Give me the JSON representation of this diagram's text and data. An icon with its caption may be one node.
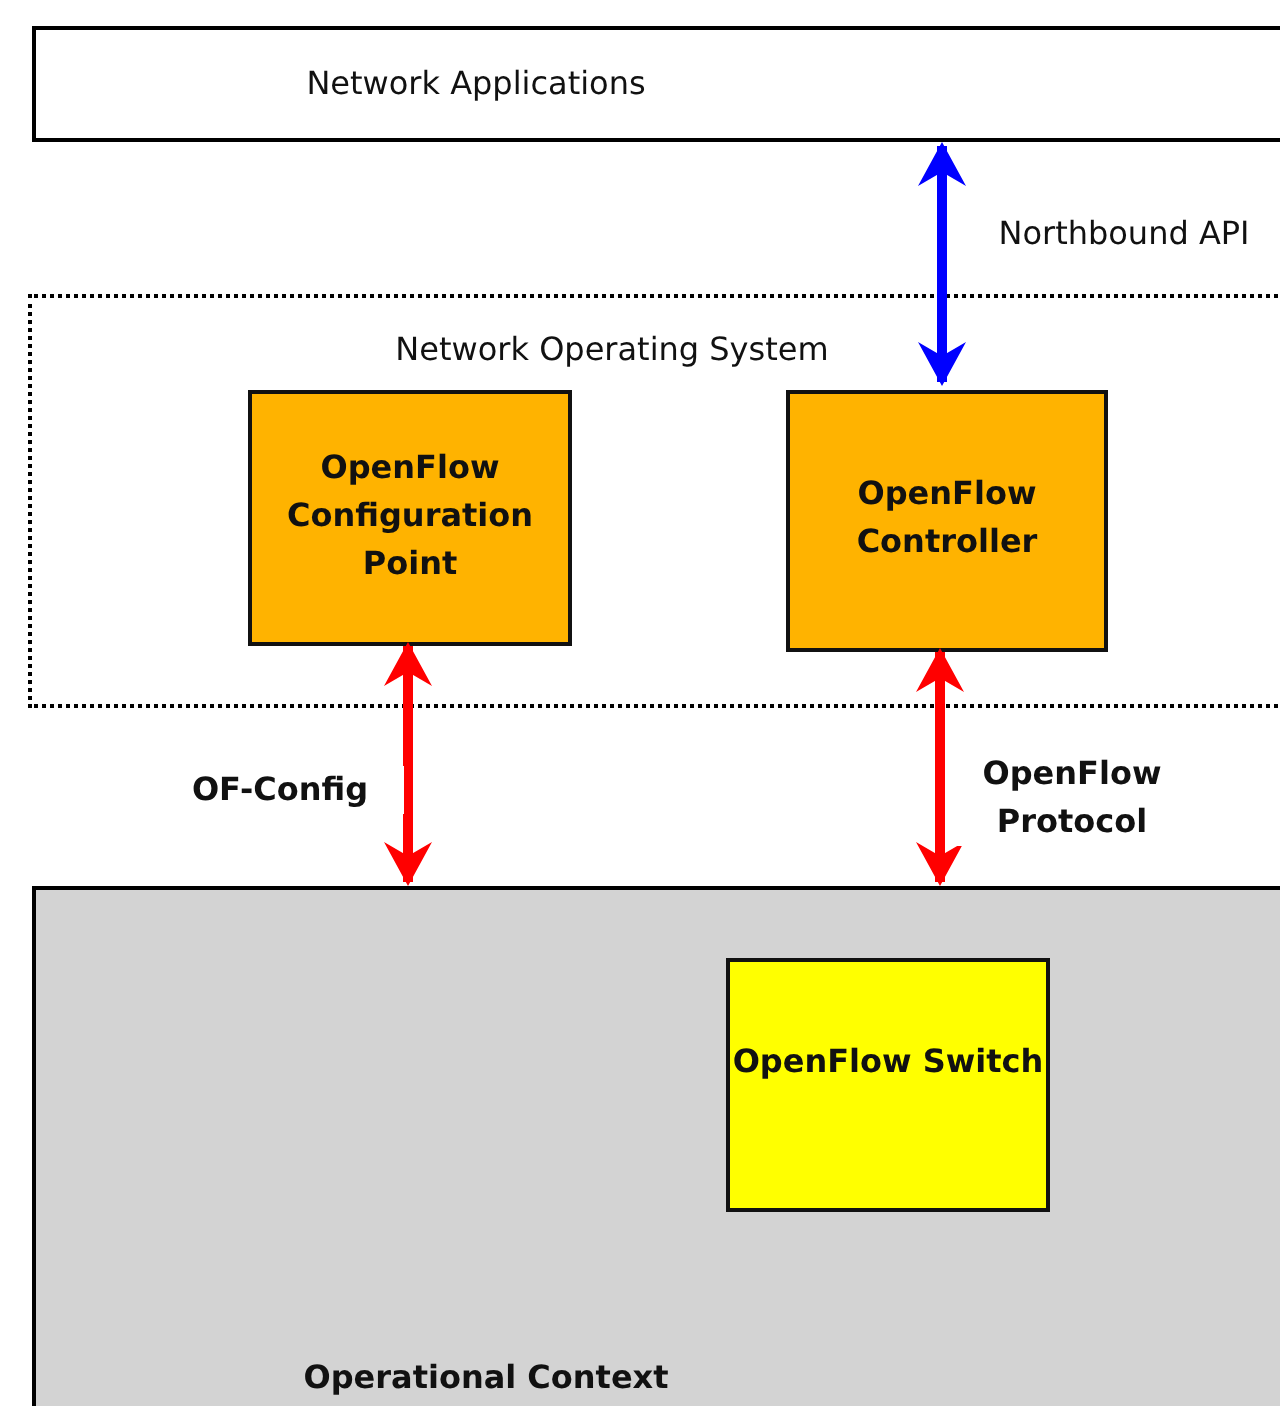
{
  "diagram": {
    "nodes": [
      {
        "text": [
          "Network Applications"
        ]
      },
      {
        "text": [
          "Network Operating System"
        ]
      },
      {
        "text": [
          "OpenFlow Configuration Point"
        ],
        "in": 1
      },
      {
        "text": [
          "OpenFlow Controller"
        ],
        "in": 1
      },
      {
        "text": [
          "Operational Context"
        ]
      },
      {
        "text": [
          "OpenFlow Switch"
        ],
        "in": 4
      }
    ],
    "edges": [
      {
        "from": 0,
        "to": 3,
        "arrow": "both",
        "label": "Northbound API",
        "color": "#0000ff"
      },
      {
        "from": 2,
        "to": 4,
        "arrow": "both",
        "label": "OF-Config"
      },
      {
        "from": 3,
        "to": 4,
        "arrow": "both",
        "label": "OpenFlow Protocol"
      }
    ]
  }
}
